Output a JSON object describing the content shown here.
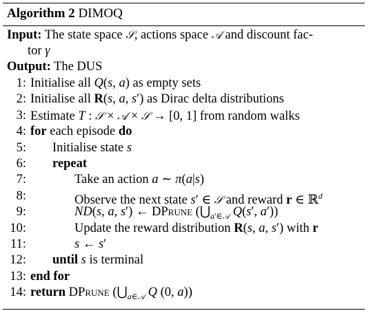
{
  "title": {
    "label": "Algorithm 2",
    "name": "DIMOQ"
  },
  "input": {
    "label": "Input:",
    "text_a": "The state space ",
    "text_b": ", actions space ",
    "text_c": " and discount fac-",
    "text_d": "tor "
  },
  "output": {
    "label": "Output:",
    "text": "The DUS"
  },
  "lines": [
    {
      "n": "1:",
      "text": "Initialise all Q(s, a) as empty sets"
    },
    {
      "n": "2:",
      "text": "Initialise all R(s, a, s′) as Dirac delta distributions"
    },
    {
      "n": "3:",
      "text": "Estimate T : 𝒮 × 𝒜 × 𝒮 → [0, 1] from random walks"
    },
    {
      "n": "4:",
      "text": "for each episode do"
    },
    {
      "n": "5:",
      "text": "Initialise state s"
    },
    {
      "n": "6:",
      "text": "repeat"
    },
    {
      "n": "7:",
      "text": "Take an action a ∼ π(a|s)"
    },
    {
      "n": "8:",
      "text": "Observe the next state s′ ∈ 𝒮 and reward r ∈ ℝd"
    },
    {
      "n": "9:",
      "text": "ND(s, a, s′) ← DPRUNE (⋃a′∈𝒜 Q(s′, a′))"
    },
    {
      "n": "10:",
      "text": "Update the reward distribution R(s, a, s′) with r"
    },
    {
      "n": "11:",
      "text": "s ← s′"
    },
    {
      "n": "12:",
      "text": "until s is terminal"
    },
    {
      "n": "13:",
      "text": "end for"
    },
    {
      "n": "14:",
      "text": "return DPRUNE (⋃a∈𝒜 Q (0, a))"
    }
  ]
}
